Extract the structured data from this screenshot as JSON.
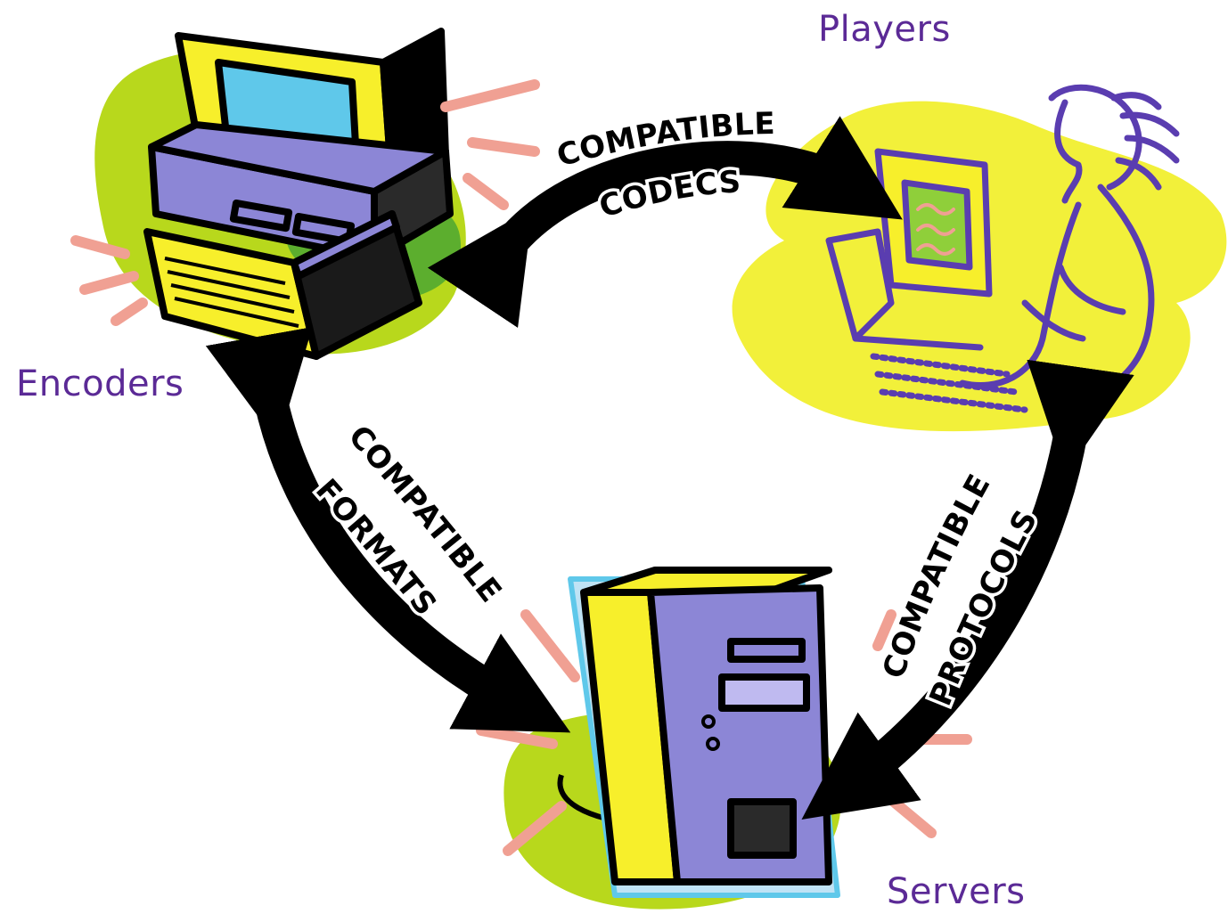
{
  "nodes": {
    "encoders": "Encoders",
    "players": "Players",
    "servers": "Servers"
  },
  "links": {
    "encoders_players": {
      "line1": "COMPATIBLE",
      "line2": "CODECS"
    },
    "encoders_servers": {
      "line1": "COMPATIBLE",
      "line2": "FORMATS"
    },
    "players_servers": {
      "line1": "COMPATIBLE",
      "line2": "PROTOCOLS"
    }
  },
  "colors": {
    "label": "#5b2a96",
    "arrow": "#000000",
    "green_blob": "#b8d81c",
    "yellow_blob": "#f2f03a",
    "yellow": "#f7ef2b",
    "purple": "#8c86d6",
    "screen_blue": "#5fc8ea",
    "burst": "#f0a093"
  },
  "icons": [
    "desktop-computer-icon",
    "person-at-computer-icon",
    "server-tower-icon"
  ]
}
